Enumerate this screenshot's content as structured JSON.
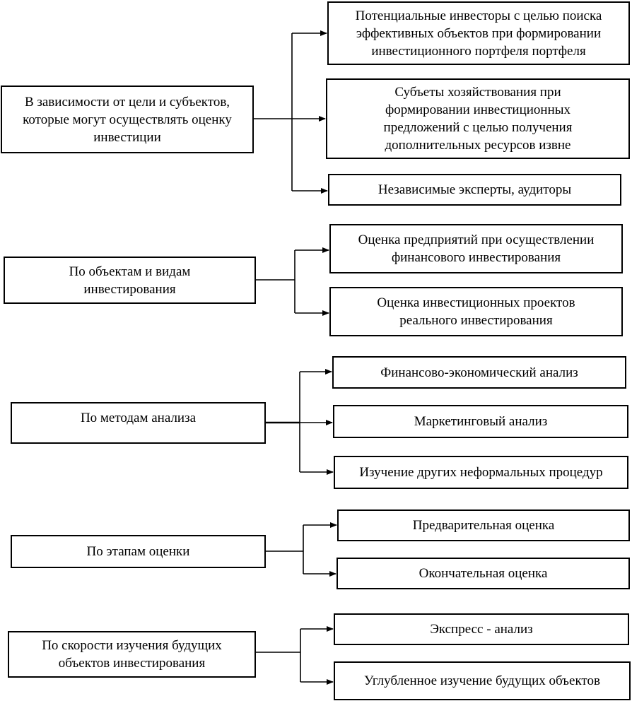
{
  "groups": [
    {
      "category": "В зависимости от цели и субъектов, которые могут осуществлять оценку инвестиции",
      "items": [
        "Потенциальные инвесторы с целью поиска эффективных объектов при формировании инвестиционного портфеля портфеля",
        "Субъеты хозяйствования при формировании инвестиционных предложений с целью получения дополнительных ресурсов извне",
        "Независимые эксперты, аудиторы"
      ]
    },
    {
      "category": "По объектам и видам инвестирования",
      "items": [
        "Оценка предприятий при осуществлении финансового инвестирования",
        "Оценка инвестиционных проектов реального инвестирования"
      ]
    },
    {
      "category": "По методам анализа",
      "items": [
        "Финансово-экономический анализ",
        "Маркетинговый анализ",
        "Изучение других неформальных процедур"
      ]
    },
    {
      "category": "По этапам оценки",
      "items": [
        "Предварительная оценка",
        "Окончательная оценка"
      ]
    },
    {
      "category": "По скорости изучения будущих объектов инвестирования",
      "items": [
        "Экспресс - анализ",
        "Углубленное изучение будущих объектов"
      ]
    }
  ]
}
